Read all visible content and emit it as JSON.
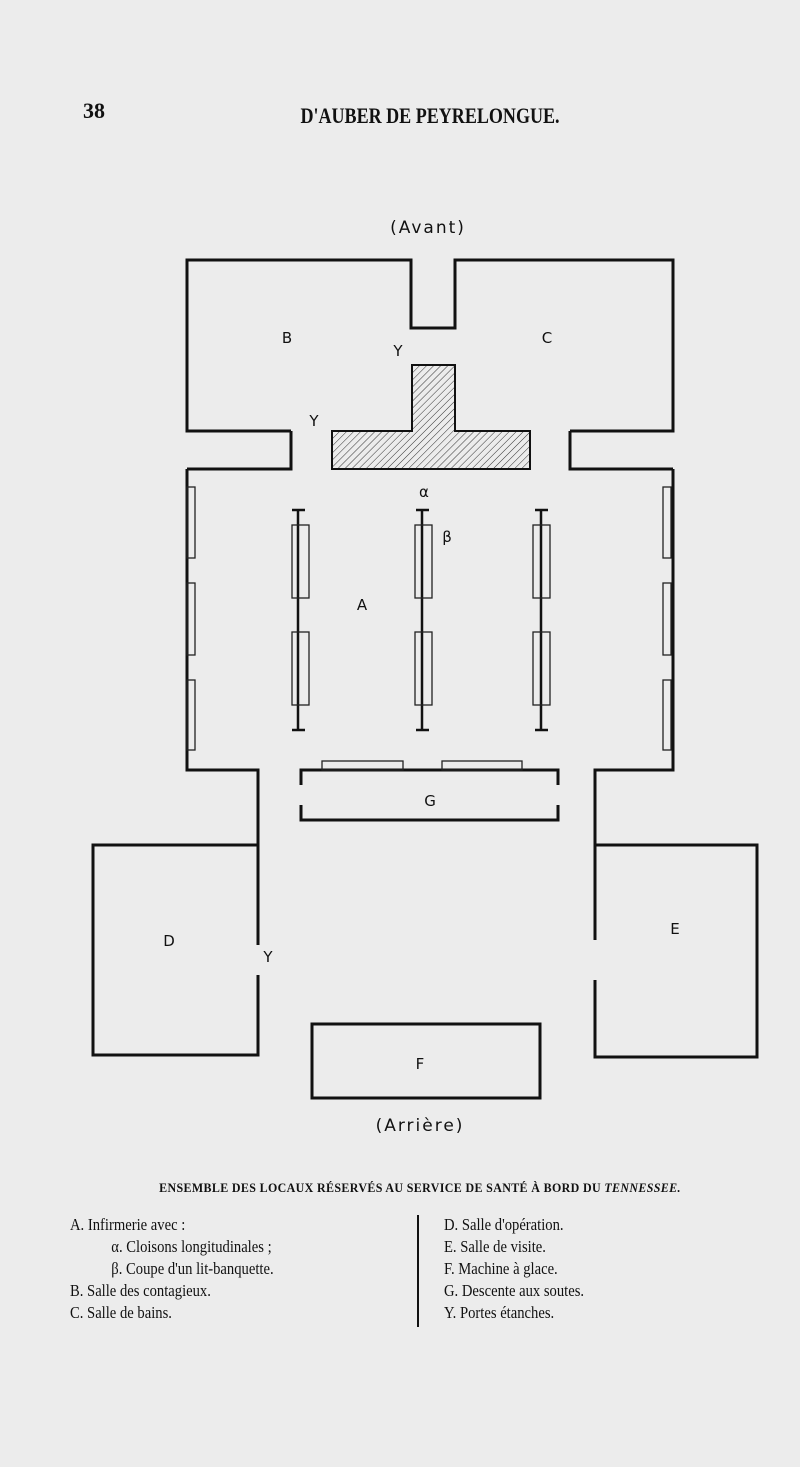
{
  "header": {
    "page_number": "38",
    "running_head": "D'AUBER DE PEYRELONGUE."
  },
  "diagram": {
    "top_label": "(Avant)",
    "bottom_label": "(Arrière)",
    "room_labels": {
      "A": "A",
      "B": "B",
      "C": "C",
      "D": "D",
      "E": "E",
      "F": "F",
      "G": "G"
    },
    "door_label": "Y",
    "alpha": "α",
    "beta": "β"
  },
  "caption": {
    "text": "ENSEMBLE DES LOCAUX RÉSERVÉS AU SERVICE DE SANTÉ À BORD DU",
    "ship": "TENNESSEE."
  },
  "legend": {
    "left": [
      {
        "text": "A. Infirmerie avec :"
      },
      {
        "text": "α. Cloisons longitudinales ;"
      },
      {
        "text": "β. Coupe d'un lit-banquette."
      },
      {
        "text": "B. Salle des contagieux."
      },
      {
        "text": "C. Salle de bains."
      }
    ],
    "right": [
      {
        "text": "D. Salle d'opération."
      },
      {
        "text": "E. Salle de visite."
      },
      {
        "text": "F. Machine à glace."
      },
      {
        "text": "G. Descente aux soutes."
      },
      {
        "text": "Y. Portes étanches."
      }
    ]
  }
}
